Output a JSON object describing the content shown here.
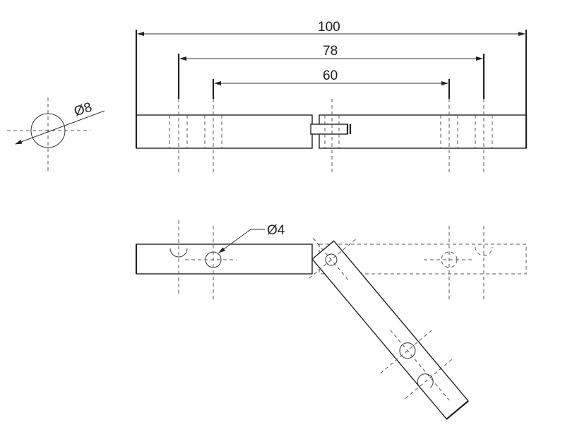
{
  "drawing": {
    "dimensions": {
      "overall_length": "100",
      "outer_hole_spacing": "78",
      "inner_hole_spacing": "60",
      "pin_diameter": "Ø8",
      "hole_diameter": "Ø4"
    },
    "fold_angle_deg": 50
  }
}
